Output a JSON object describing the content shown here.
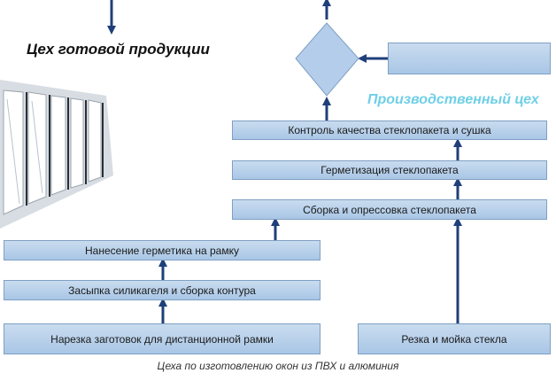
{
  "titles": {
    "finished_products": "Цех готовой продукции",
    "production": "Производственный цех",
    "caption": "Цеха по изготовлению окон из ПВХ и алюминия"
  },
  "boxes": {
    "quality_control": "Контроль качества стеклопакета и сушка",
    "sealing": "Герметизация стеклопакета",
    "assembly": "Сборка и опрессовка стеклопакета",
    "sealant_frame": "Нанесение герметика на рамку",
    "silica_gel": "Засыпка силикагеля и сборка контура",
    "cutting_blanks": "Нарезка заготовок для дистанционной рамки",
    "glass_cutting": "Резка и мойка стекла",
    "top_right": ""
  },
  "colors": {
    "box_fill": "#b3cdea",
    "line": "#1f3f7a",
    "production_title": "#6fd0e6"
  }
}
